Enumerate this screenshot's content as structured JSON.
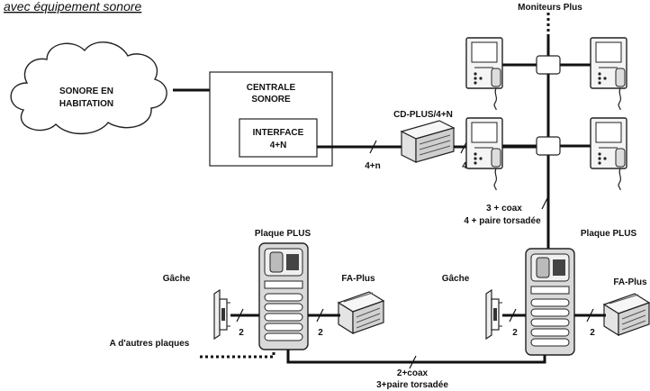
{
  "title": "avec équipement sonore",
  "labels": {
    "monitors": "Moniteurs Plus",
    "cloud_line1": "SONORE EN",
    "cloud_line2": "HABITATION",
    "central_line1": "CENTRALE",
    "central_line2": "SONORE",
    "interface_line1": "INTERFACE",
    "interface_line2": "4+N",
    "cd_plus": "CD-PLUS/4+N",
    "wire_4n": "4+n",
    "wire_4": "4",
    "riser_line1": "3 + coax",
    "riser_line2": "4 + paire torsadée",
    "plate_left": "Plaque PLUS",
    "plate_right": "Plaque PLUS",
    "gache_left": "Gâche",
    "gache_right": "Gâche",
    "fa_left": "FA-Plus",
    "fa_right": "FA-Plus",
    "wire_2_a": "2",
    "wire_2_b": "2",
    "wire_2_c": "2",
    "wire_2_d": "2",
    "other_plates": "A d'autres plaques",
    "bottom_line1": "2+coax",
    "bottom_line2": "3+paire torsadée"
  }
}
